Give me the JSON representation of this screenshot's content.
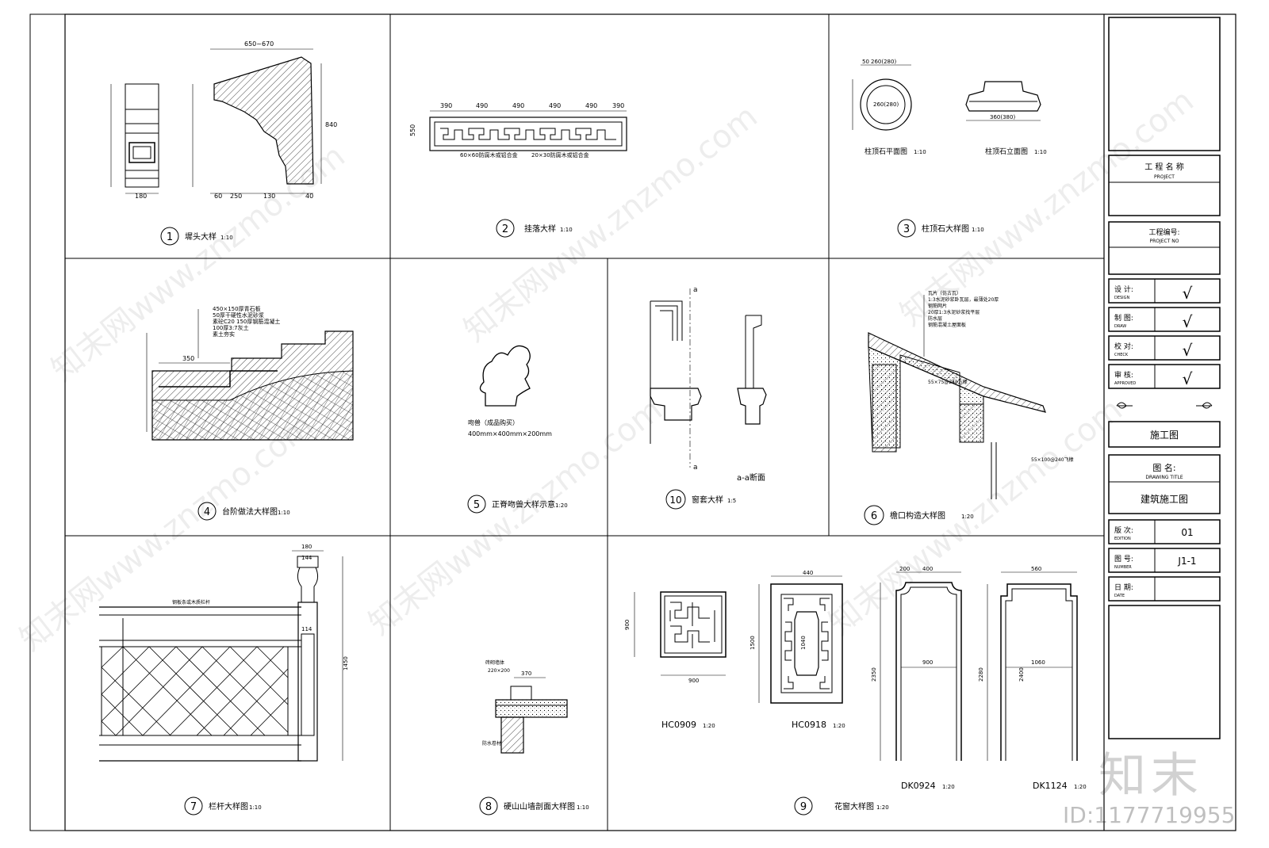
{
  "panels": [
    {
      "num": "1",
      "title": "墀头大样",
      "scale": "1:10"
    },
    {
      "num": "2",
      "title": "挂落大样",
      "scale": "1:10"
    },
    {
      "num": "3",
      "title": "柱顶石大样图",
      "scale": "1:10"
    },
    {
      "num": "4",
      "title": "台阶做法大样图",
      "scale": "1:10"
    },
    {
      "num": "5",
      "title": "正脊吻兽大样示意",
      "scale": "1:20"
    },
    {
      "num": "10",
      "title": "窗套大样",
      "scale": "1:5"
    },
    {
      "num": "6",
      "title": "檐口构造大样图",
      "scale": "1:20"
    },
    {
      "num": "7",
      "title": "栏杆大样图",
      "scale": "1:10"
    },
    {
      "num": "8",
      "title": "硬山山墙剖面大样图",
      "scale": "1:10"
    },
    {
      "num": "9",
      "title": "花窗大样图",
      "scale": "1:20"
    }
  ],
  "sub_labels": {
    "zhuding_plan": "柱顶石平面图",
    "zhuding_plan_scale": "1:10",
    "zhuding_elev": "柱顶石立面图",
    "zhuding_elev_scale": "1:10",
    "section_aa": "a-a断面",
    "hc0909": "HC0909",
    "hc0909_scale": "1:20",
    "hc0918": "HC0918",
    "hc0918_scale": "1:20",
    "dk0924": "DK0924",
    "dk0924_scale": "1:20",
    "dk1124": "DK1124",
    "dk1124_scale": "1:20",
    "wenshou_note1": "吻兽（成品购买）",
    "wenshou_note2": "400mm×400mm×200mm"
  },
  "dims": {
    "d650": "650~670",
    "d840": "840",
    "d180": "180",
    "d250": "250",
    "d130": "130",
    "d60": "60",
    "d40": "40",
    "d390": "390",
    "d490": "490",
    "d550": "550",
    "d260_280": "260(280)",
    "d50": "50",
    "d360_380": "360(380)",
    "d350": "350",
    "d100": "100",
    "d150": "150",
    "d900": "900",
    "d1500": "1500",
    "d2350": "2350",
    "d2280": "2280",
    "d2400": "2400",
    "d1060": "1060",
    "d440": "440",
    "d1040": "1040",
    "d560": "560",
    "d200": "200",
    "d400": "400",
    "d144": "144",
    "d114": "114",
    "d1450": "1450",
    "d370": "370",
    "d220": "220×200"
  },
  "notes": {
    "gualuo1": "60×60防腐木或铝合金",
    "gualuo2": "20×30防腐木或铝合金",
    "step1": "450×150厚青石板",
    "step2": "50厚干硬性水泥砂浆",
    "step3": "素砼C20 150厚钢筋混凝土",
    "step4": "100厚3:7灰土",
    "step5": "素土夯实",
    "eave1": "瓦片（仿古瓦）",
    "eave2": "1:3水泥砂浆卧瓦层，最薄处20厚",
    "eave3": "钢筋网片",
    "eave4": "20厚1:3水泥砂浆找平层",
    "eave5": "防水层",
    "eave6": "钢筋混凝土屋面板",
    "eave7": "55×75@240方椽",
    "eave8": "55×100@240飞椽",
    "rail1": "钢板条或木质栏杆",
    "wall1": "砖砌墙体",
    "wall2": "防水卷材"
  },
  "title_block": {
    "project_name": "工 程 名 称",
    "project_name_en": "PROJECT",
    "project_no": "工程编号:",
    "project_no_en": "PROJECT NO",
    "design": "设  计:",
    "design_en": "DESIGN",
    "draw": "制  图:",
    "draw_en": "DRAW",
    "check": "校  对:",
    "check_en": "CHECK",
    "approve": "审  核:",
    "approve_en": "APPROVED",
    "check_mark": "√",
    "stage": "施工图",
    "drawing_title": "图    名:",
    "drawing_title_en": "DRAWING TITLE",
    "drawing_title_value": "建筑施工图",
    "edition": "版  次:",
    "edition_en": "EDITION",
    "edition_value": "01",
    "drawing_no": "图  号:",
    "drawing_no_en": "NUMBER",
    "drawing_no_value": "J1-1",
    "date": "日  期:",
    "date_en": "DATE"
  },
  "watermark": {
    "text": "知末网www.znzmo.com",
    "logo": "知末",
    "id": "ID:1177719955"
  }
}
